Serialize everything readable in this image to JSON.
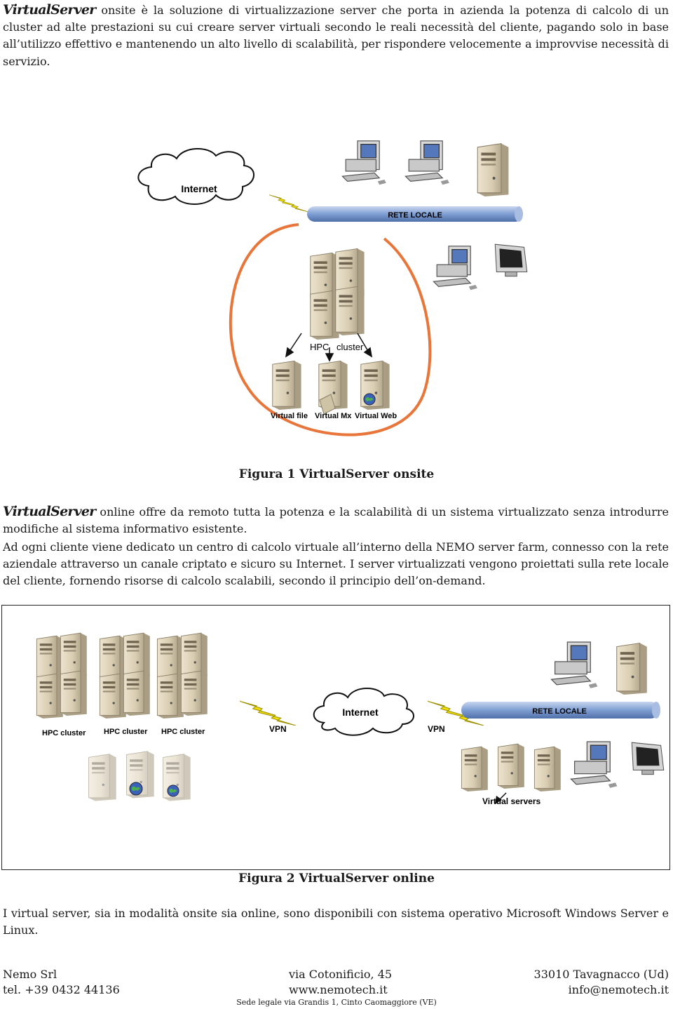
{
  "intro": {
    "brand": "VirtualServer",
    "text": " onsite è la soluzione di virtualizzazione server che porta in azienda la potenza di calcolo di un cluster ad alte prestazioni su cui creare server virtuali secondo le reali necessità del cliente, pagando solo in base all’utilizzo effettivo e mantenendo un alto livello di scalabilità, per rispondere velocemente a improvvise necessità di servizio."
  },
  "figure1": {
    "cloud_label": "Internet",
    "lan_label": "RETE LOCALE",
    "cluster_label_1": "HPC",
    "cluster_label_2": "cluster",
    "vs_labels": [
      "Virtual file",
      "Virtual Mx",
      "Virtual Web"
    ],
    "caption": "Figura 1 VirtualServer onsite",
    "colors": {
      "lan": "#7f9fd3",
      "ring": "#e8763a",
      "lightning": "#f2e100"
    }
  },
  "online": {
    "brand": "VirtualServer",
    "text1": " online offre da remoto tutta la potenza e la scalabilità di un sistema virtualizzato senza introdurre modifiche al sistema informativo esistente.",
    "text2": "Ad ogni cliente viene dedicato un centro di calcolo virtuale all’interno della NEMO server farm, connesso con la rete aziendale attraverso un canale criptato e sicuro su Internet. I server virtualizzati vengono proiettati sulla rete locale del cliente, fornendo risorse di calcolo scalabili, secondo il principio dell’on-demand."
  },
  "figure2": {
    "hpc_labels": [
      "HPC cluster",
      "HPC cluster",
      "HPC cluster"
    ],
    "internet_label": "Internet",
    "vpn_labels": [
      "VPN",
      "VPN"
    ],
    "lan_label": "RETE LOCALE",
    "virtual_servers_label": "Virtual servers",
    "caption": "Figura 2 VirtualServer online"
  },
  "closing": "I virtual server, sia in modalità onsite sia online, sono disponibili con sistema operativo Microsoft Windows Server e Linux.",
  "footer": {
    "company": "Nemo Srl",
    "phone": "tel. +39 0432 44136",
    "address": "via Cotonificio, 45",
    "web": "www.nemotech.it",
    "city": "33010 Tavagnacco (Ud)",
    "email": "info@nemotech.it",
    "legal": "Sede legale via Grandis 1, Cinto Caomaggiore (VE)"
  }
}
